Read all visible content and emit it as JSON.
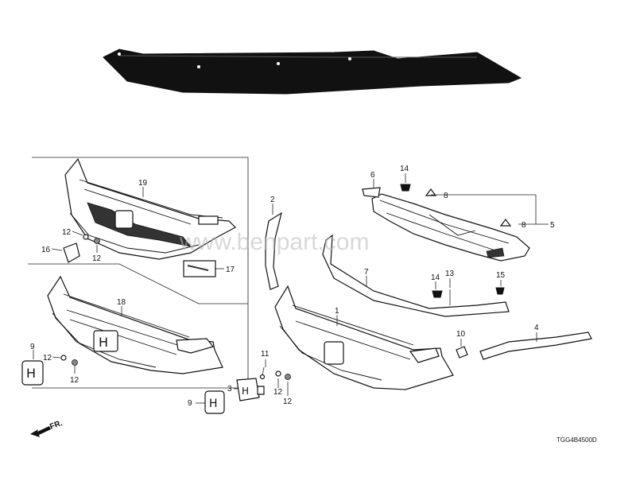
{
  "diagram": {
    "callouts": {
      "p1": "1",
      "p2": "2",
      "p3": "3",
      "p4": "4",
      "p5": "5",
      "p6": "6",
      "p7": "7",
      "p8a": "8",
      "p8b": "8",
      "p9a": "9",
      "p9b": "9",
      "p10": "10",
      "p11": "11",
      "p12a": "12",
      "p12b": "12",
      "p12c": "12",
      "p12d": "12",
      "p12e": "12",
      "p12f": "12",
      "p13": "13",
      "p14a": "14",
      "p14b": "14",
      "p15": "15",
      "p16": "16",
      "p17": "17",
      "p18": "18",
      "p19": "19"
    },
    "direction_label": "FR.",
    "diagram_code": "TGG4B4500D",
    "watermark": "www.benpart.com"
  }
}
